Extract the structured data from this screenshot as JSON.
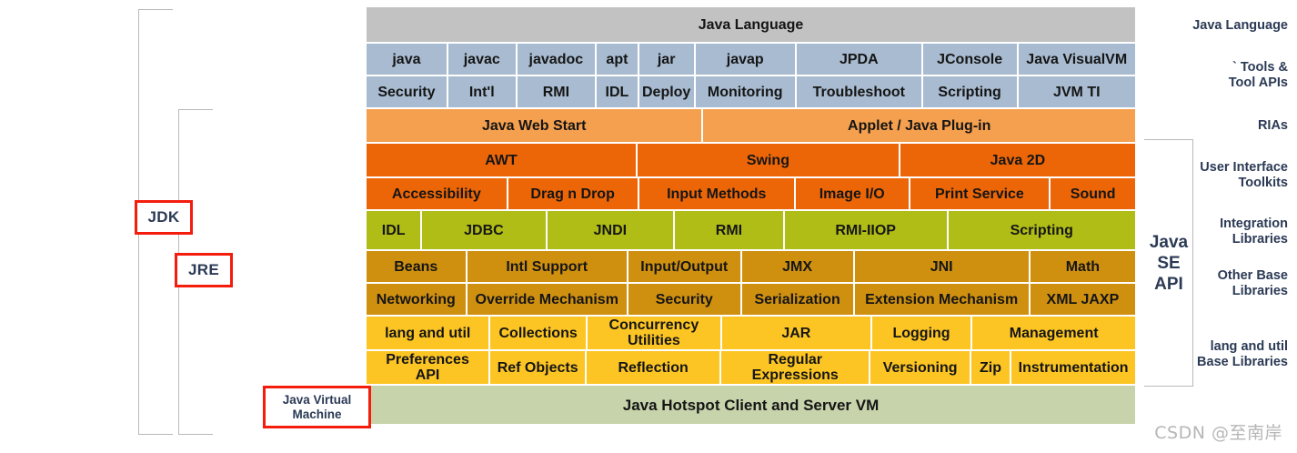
{
  "brackets": {
    "jdk_label": "JDK",
    "jre_label": "JRE",
    "jvm_label": "Java Virtual\nMachine",
    "se_api_label": "Java\nSE\nAPI"
  },
  "row_labels": {
    "java_language": "Java Language",
    "tools": "` Tools &\nTool APIs",
    "rias": "RIAs",
    "ui_toolkits": "User Interface\nToolkits",
    "integration": "Integration\nLibraries",
    "other_base": "Other Base\nLibraries",
    "lang_util": "lang and util\nBase Libraries"
  },
  "colors": {
    "java_language": "#c2c2c2",
    "tools": "#a8bbd0",
    "rias": "#f5a04e",
    "ui_toolkits": "#ec6608",
    "integration": "#b0bd16",
    "other_base": "#cf9010",
    "lang_util": "#fcc524",
    "jvm": "#c7d3ab",
    "highlight_border": "#f41c0c",
    "bracket_line": "#b9b9b9",
    "label_text": "#2b3a55"
  },
  "rows": [
    {
      "name": "java-language",
      "cells": [
        {
          "label": "Java Language",
          "flex": 100
        }
      ]
    },
    {
      "name": "tools-row-1",
      "cells": [
        {
          "label": "java",
          "flex": 10.6
        },
        {
          "label": "javac",
          "flex": 8.9
        },
        {
          "label": "javadoc",
          "flex": 10.3
        },
        {
          "label": "apt",
          "flex": 5.4
        },
        {
          "label": "jar",
          "flex": 7.2
        },
        {
          "label": "javap",
          "flex": 13.2
        },
        {
          "label": "JPDA",
          "flex": 16.5
        },
        {
          "label": "JConsole",
          "flex": 12.4
        },
        {
          "label": "Java VisualVM",
          "flex": 15.5
        }
      ]
    },
    {
      "name": "tools-row-2",
      "cells": [
        {
          "label": "Security",
          "flex": 10.6
        },
        {
          "label": "Int'l",
          "flex": 8.9
        },
        {
          "label": "RMI",
          "flex": 10.3
        },
        {
          "label": "IDL",
          "flex": 5.4
        },
        {
          "label": "Deploy",
          "flex": 7.2
        },
        {
          "label": "Monitoring",
          "flex": 13.2
        },
        {
          "label": "Troubleshoot",
          "flex": 16.5
        },
        {
          "label": "Scripting",
          "flex": 12.4
        },
        {
          "label": "JVM TI",
          "flex": 15.5
        }
      ]
    },
    {
      "name": "rias",
      "cells": [
        {
          "label": "Java Web Start",
          "flex": 43.7
        },
        {
          "label": "Applet / Java Plug-in",
          "flex": 56.3
        }
      ]
    },
    {
      "name": "ui-toolkits-row-1",
      "cells": [
        {
          "label": "AWT",
          "flex": 35.2
        },
        {
          "label": "Swing",
          "flex": 34.1
        },
        {
          "label": "Java 2D",
          "flex": 30.7
        }
      ]
    },
    {
      "name": "ui-toolkits-row-2",
      "cells": [
        {
          "label": "Accessibility",
          "flex": 18.4
        },
        {
          "label": "Drag n Drop",
          "flex": 17.0
        },
        {
          "label": "Input Methods",
          "flex": 20.4
        },
        {
          "label": "Image I/O",
          "flex": 14.8
        },
        {
          "label": "Print Service",
          "flex": 18.3
        },
        {
          "label": "Sound",
          "flex": 11.1
        }
      ]
    },
    {
      "name": "integration-libraries",
      "cells": [
        {
          "label": "IDL",
          "flex": 7.1
        },
        {
          "label": "JDBC",
          "flex": 16.2
        },
        {
          "label": "JNDI",
          "flex": 16.6
        },
        {
          "label": "RMI",
          "flex": 14.2
        },
        {
          "label": "RMI-IIOP",
          "flex": 21.3
        },
        {
          "label": "Scripting",
          "flex": 24.6
        }
      ]
    },
    {
      "name": "other-base-row-1",
      "cells": [
        {
          "label": "Beans",
          "flex": 13.0
        },
        {
          "label": "Intl Support",
          "flex": 21.0
        },
        {
          "label": "Input/Output",
          "flex": 14.7
        },
        {
          "label": "JMX",
          "flex": 14.6
        },
        {
          "label": "JNI",
          "flex": 22.9
        },
        {
          "label": "Math",
          "flex": 13.8
        }
      ]
    },
    {
      "name": "other-base-row-2",
      "cells": [
        {
          "label": "Networking",
          "flex": 13.0
        },
        {
          "label": "Override Mechanism",
          "flex": 21.0
        },
        {
          "label": "Security",
          "flex": 14.7
        },
        {
          "label": "Serialization",
          "flex": 14.6
        },
        {
          "label": "Extension Mechanism",
          "flex": 22.9
        },
        {
          "label": "XML JAXP",
          "flex": 13.8
        }
      ]
    },
    {
      "name": "lang-util-row-1",
      "cells": [
        {
          "label": "lang and util",
          "flex": 16.1
        },
        {
          "label": "Collections",
          "flex": 12.5
        },
        {
          "label": "Concurrency\nUtilities",
          "flex": 17.5
        },
        {
          "label": "JAR",
          "flex": 19.5
        },
        {
          "label": "Logging",
          "flex": 13.0
        },
        {
          "label": "Management",
          "flex": 21.4
        }
      ]
    },
    {
      "name": "lang-util-row-2",
      "cells": [
        {
          "label": "Preferences\nAPI",
          "flex": 16.1
        },
        {
          "label": "Ref Objects",
          "flex": 12.5
        },
        {
          "label": "Reflection",
          "flex": 17.5
        },
        {
          "label": "Regular\nExpressions",
          "flex": 19.5
        },
        {
          "label": "Versioning",
          "flex": 13.0
        },
        {
          "label": "Zip",
          "flex": 5.1
        },
        {
          "label": "Instrumentation",
          "flex": 16.3
        }
      ]
    },
    {
      "name": "jvm",
      "cells": [
        {
          "label": "Java Hotspot Client and Server VM",
          "flex": 100
        }
      ]
    }
  ],
  "watermark": "CSDN @至南岸"
}
